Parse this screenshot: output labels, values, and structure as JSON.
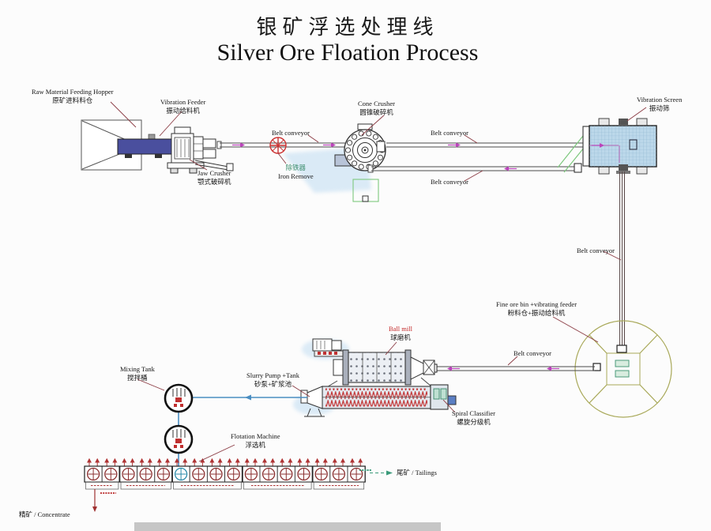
{
  "title": {
    "cn": "银矿浮选处理线",
    "en": "Silver Ore Floation Process"
  },
  "labels": {
    "raw_hopper": {
      "en": "Raw Material Feeding Hopper",
      "cn": "原矿进料料仓"
    },
    "vibration_feeder": {
      "en": "Vibration Feeder",
      "cn": "振动给料机"
    },
    "jaw_crusher": {
      "en": "Jaw Crusher",
      "cn": "颚式破碎机"
    },
    "iron_remove": {
      "cn": "除铁器",
      "en": "Iron Remove"
    },
    "cone_crusher": {
      "en": "Cone Crusher",
      "cn": "圆锥破碎机"
    },
    "vibration_screen": {
      "en": "Vibration Screen",
      "cn": "振动筛"
    },
    "fine_ore_bin": {
      "en": "Fine ore bin +vibrating feeder",
      "cn": "粉料仓+振动给料机"
    },
    "ball_mill": {
      "en": "Ball mill",
      "cn": "球磨机"
    },
    "spiral_classifier": {
      "en": "Spiral Classifier",
      "cn": "螺旋分级机"
    },
    "slurry_pump": {
      "en": "Slurry Pump +Tank",
      "cn": "砂泵+矿浆池"
    },
    "mixing_tank": {
      "en": "Mixing Tank",
      "cn": "搅拌桶"
    },
    "flotation_machine": {
      "en": "Flotation Machine",
      "cn": "浮选机"
    },
    "belt_conveyor": "Belt conveyor",
    "tailings": "尾矿 / Tailings",
    "concentrate": "精矿 / Concentrate"
  },
  "colors": {
    "conveyor_arrow": "#bb44bb",
    "feeder_blue": "#4a4f9e",
    "screen_blue": "#bcd8ea",
    "bin_olive": "#a8a858",
    "coil_red": "#c23333",
    "pipe_blue": "#4a8ec2",
    "chute_green": "#7cc87c",
    "leader_maroon": "#8a3a42"
  }
}
